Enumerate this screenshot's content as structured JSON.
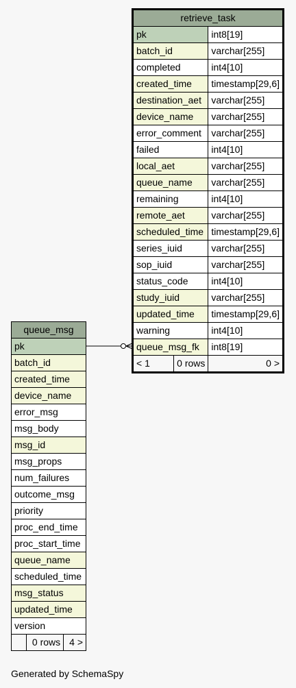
{
  "retrieve_task": {
    "title": "retrieve_task",
    "columns": [
      {
        "name": "pk",
        "type": "int8[19]",
        "kind": "pk"
      },
      {
        "name": "batch_id",
        "type": "varchar[255]",
        "kind": "idx"
      },
      {
        "name": "completed",
        "type": "int4[10]",
        "kind": "plain"
      },
      {
        "name": "created_time",
        "type": "timestamp[29,6]",
        "kind": "idx"
      },
      {
        "name": "destination_aet",
        "type": "varchar[255]",
        "kind": "idx"
      },
      {
        "name": "device_name",
        "type": "varchar[255]",
        "kind": "idx"
      },
      {
        "name": "error_comment",
        "type": "varchar[255]",
        "kind": "plain"
      },
      {
        "name": "failed",
        "type": "int4[10]",
        "kind": "plain"
      },
      {
        "name": "local_aet",
        "type": "varchar[255]",
        "kind": "idx"
      },
      {
        "name": "queue_name",
        "type": "varchar[255]",
        "kind": "idx"
      },
      {
        "name": "remaining",
        "type": "int4[10]",
        "kind": "plain"
      },
      {
        "name": "remote_aet",
        "type": "varchar[255]",
        "kind": "idx"
      },
      {
        "name": "scheduled_time",
        "type": "timestamp[29,6]",
        "kind": "idx"
      },
      {
        "name": "series_iuid",
        "type": "varchar[255]",
        "kind": "plain"
      },
      {
        "name": "sop_iuid",
        "type": "varchar[255]",
        "kind": "plain"
      },
      {
        "name": "status_code",
        "type": "int4[10]",
        "kind": "plain"
      },
      {
        "name": "study_iuid",
        "type": "varchar[255]",
        "kind": "idx"
      },
      {
        "name": "updated_time",
        "type": "timestamp[29,6]",
        "kind": "idx"
      },
      {
        "name": "warning",
        "type": "int4[10]",
        "kind": "plain"
      },
      {
        "name": "queue_msg_fk",
        "type": "int8[19]",
        "kind": "idx"
      }
    ],
    "footer": {
      "parents": "< 1",
      "rows": "0 rows",
      "children": "0 >"
    }
  },
  "queue_msg": {
    "title": "queue_msg",
    "columns": [
      {
        "name": "pk",
        "kind": "pk"
      },
      {
        "name": "batch_id",
        "kind": "idx"
      },
      {
        "name": "created_time",
        "kind": "idx"
      },
      {
        "name": "device_name",
        "kind": "idx"
      },
      {
        "name": "error_msg",
        "kind": "plain"
      },
      {
        "name": "msg_body",
        "kind": "plain"
      },
      {
        "name": "msg_id",
        "kind": "idx"
      },
      {
        "name": "msg_props",
        "kind": "plain"
      },
      {
        "name": "num_failures",
        "kind": "plain"
      },
      {
        "name": "outcome_msg",
        "kind": "plain"
      },
      {
        "name": "priority",
        "kind": "plain"
      },
      {
        "name": "proc_end_time",
        "kind": "plain"
      },
      {
        "name": "proc_start_time",
        "kind": "plain"
      },
      {
        "name": "queue_name",
        "kind": "idx"
      },
      {
        "name": "scheduled_time",
        "kind": "plain"
      },
      {
        "name": "msg_status",
        "kind": "idx"
      },
      {
        "name": "updated_time",
        "kind": "idx"
      },
      {
        "name": "version",
        "kind": "plain"
      }
    ],
    "footer": {
      "parents": "",
      "rows": "0 rows",
      "children": "4 >"
    }
  },
  "footnote": "Generated by SchemaSpy"
}
